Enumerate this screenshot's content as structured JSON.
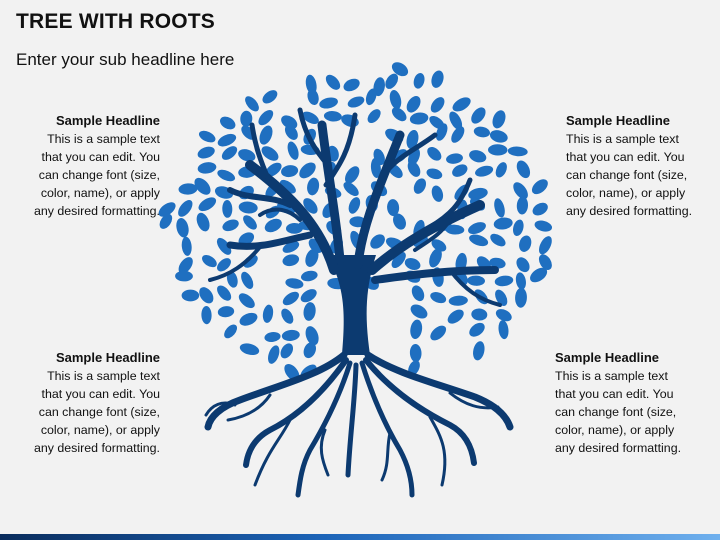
{
  "slide": {
    "title": "TREE WITH ROOTS",
    "subtitle": "Enter your sub headline here"
  },
  "blocks": [
    {
      "headline": "Sample Headline",
      "lines": [
        "This is a sample text",
        "that you can edit. You",
        "can change font (size,",
        "color, name), or apply",
        "any desired formatting."
      ]
    },
    {
      "headline": "Sample Headline",
      "lines": [
        "This is a sample text",
        "that you can edit. You",
        "can change font (size,",
        "color, name), or apply",
        "any desired formatting."
      ]
    },
    {
      "headline": "Sample Headline",
      "lines": [
        "This is a sample text",
        "that you can edit. You",
        "can change font (size,",
        "color, name), or apply",
        "any desired formatting."
      ]
    },
    {
      "headline": "Sample Headline",
      "lines": [
        "This is a sample text",
        "that you can edit. You",
        "can change font (size,",
        "color, name), or apply",
        "any desired formatting."
      ]
    }
  ],
  "colors": {
    "leaf": "#1f6fc0",
    "trunk": "#0c3a70",
    "background": "#f2f2f2",
    "accent_bar": "#1c64b8"
  },
  "icons": {
    "tree": "tree-with-roots-icon"
  }
}
